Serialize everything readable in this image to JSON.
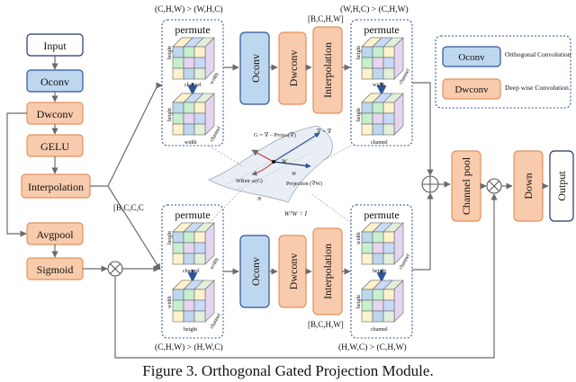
{
  "caption": "Figure 3. Orthogonal Gated Projection Module.",
  "colors": {
    "orange": "#f8cbad",
    "orange_border": "#e4905c",
    "blue": "#bdd7ee",
    "blue_border": "#2e5597",
    "navy": "#1f3864",
    "dotted": "#2e5597",
    "arrow": "#6b6b6b"
  },
  "left_column": {
    "input": "Input",
    "oconv": "Oconv",
    "dwconv": "Dwconv",
    "gelu": "GELU",
    "interpolation": "Interpolation",
    "avgpool": "Avgpool",
    "sigmoid": "Sigmoid"
  },
  "top_branch": {
    "permute_in_dims": "(C,H,W) > (W,H,C)",
    "permute_title": "permute",
    "oconv": "Oconv",
    "dwconv": "Dwconv",
    "interpolation": "Interpolation",
    "shape": "[B,C,H,W]",
    "permute_out_dims": "(W,H,C) > (C,H,W)",
    "permute_out_title": "permute"
  },
  "bottom_branch": {
    "permute_in_title": "permute",
    "permute_in_dims": "(C,H,W) > (H,W,C)",
    "oconv": "Oconv",
    "dwconv": "Dwconv",
    "interpolation": "Interpolation",
    "shape": "[B,C,H,W]",
    "permute_out_title": "permute",
    "permute_out_dims": "(H,W,C) > (C,H,W)"
  },
  "mid_shape": "[B,C,C,C",
  "right_column": {
    "channel_pool": "Channel pool",
    "down": "Down",
    "output": "Output"
  },
  "cube_labels": {
    "height": "height",
    "width": "width",
    "channel": "channel"
  },
  "manifold": {
    "eq_top": "G = ∇ – Projω(∇)",
    "label_w": "W",
    "label_grad": "∇ = ∇",
    "label_retr": "WRetr ω(G)",
    "label_proj": "Projection (∇W)",
    "label_retr_mid": "W",
    "label_n": "N",
    "eq_bottom": "WᵀW = I"
  },
  "legend": {
    "oconv_box": "Oconv",
    "oconv_desc": "Orthogonal Convolution",
    "dwconv_box": "Dwconv",
    "dwconv_desc": "Deep wise Convolution"
  }
}
